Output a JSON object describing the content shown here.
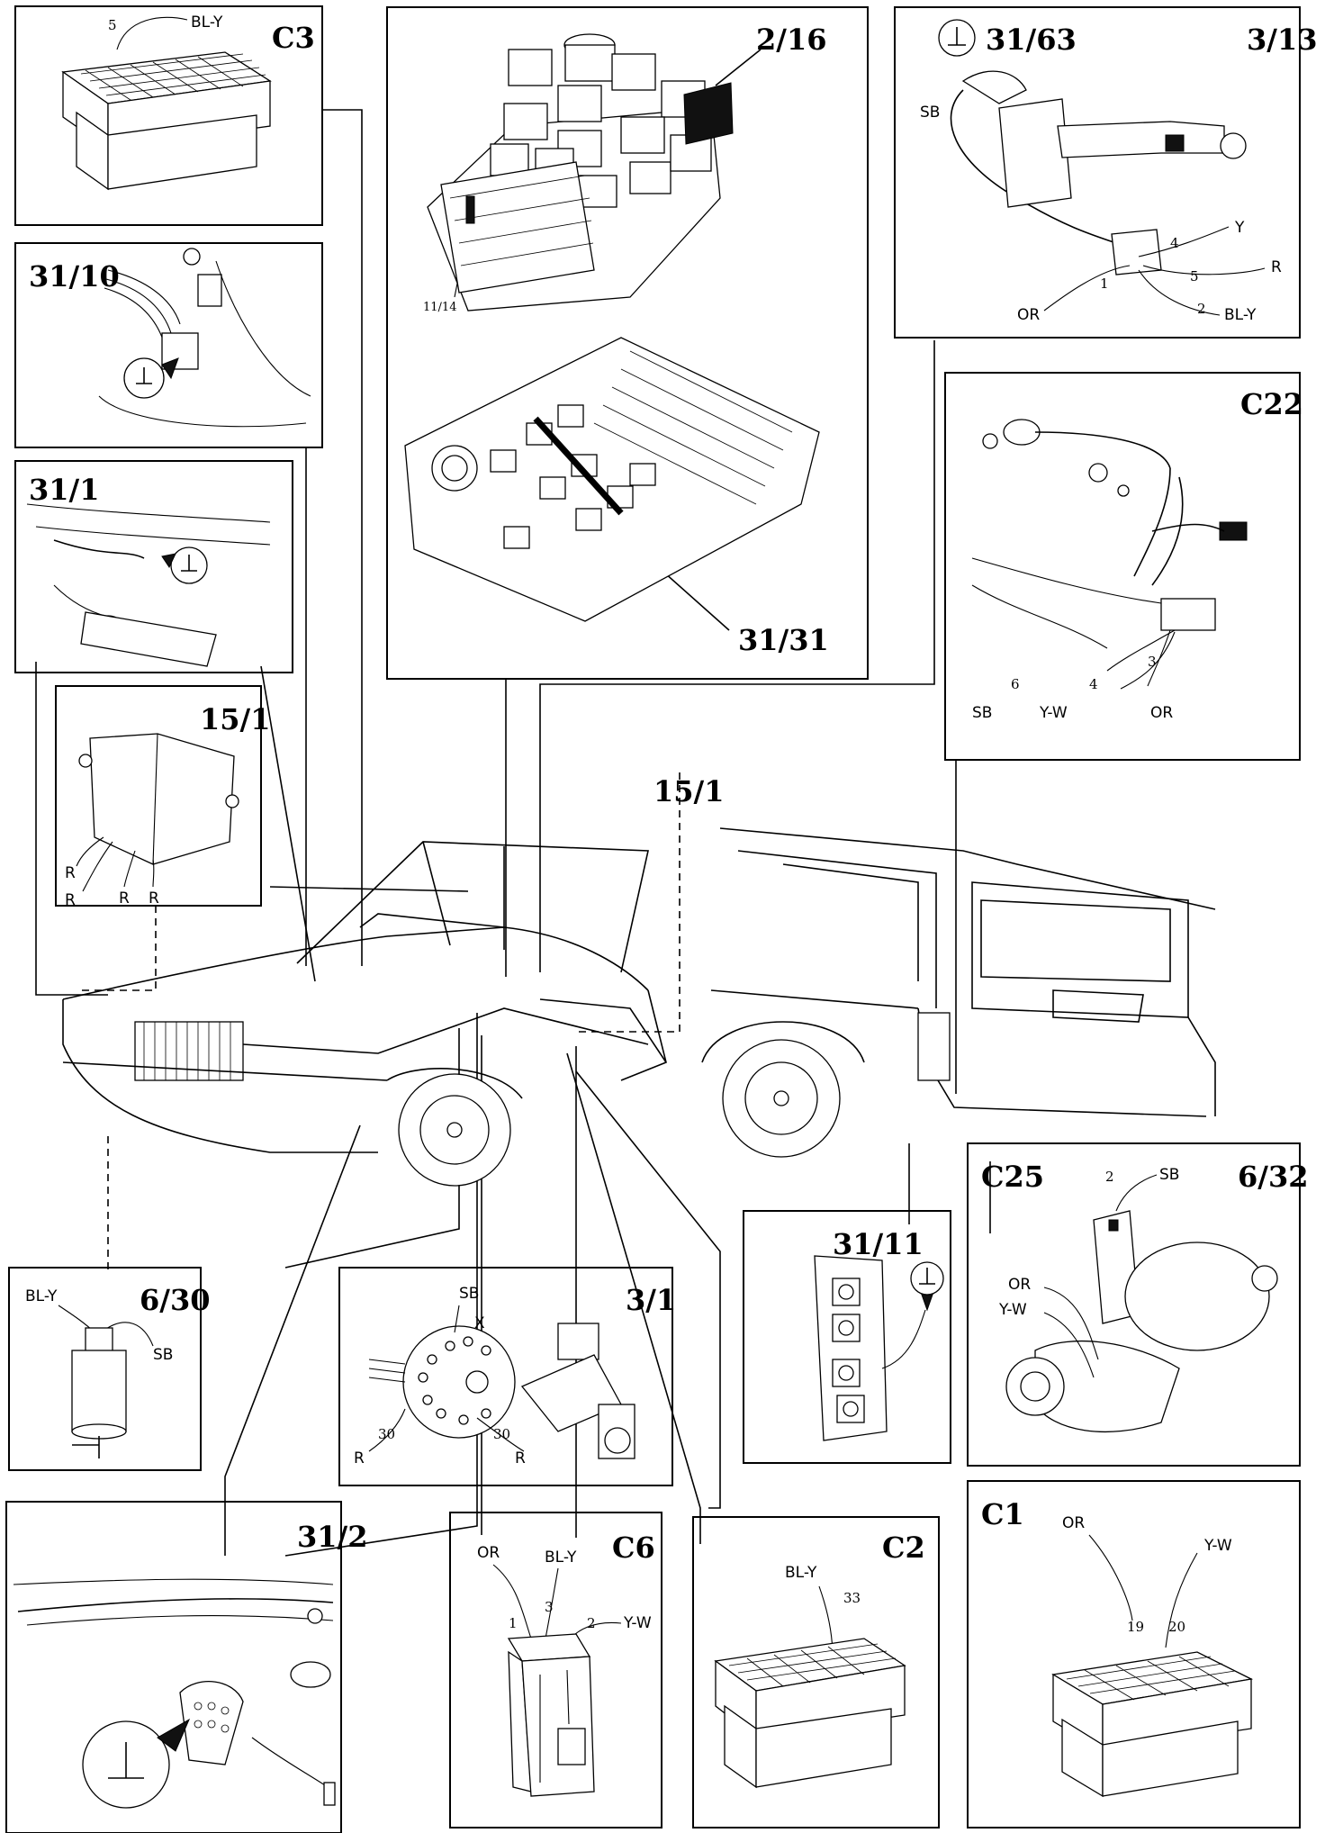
{
  "panels": {
    "c3": {
      "title": "C3",
      "pin": "5",
      "wire": "BL-Y"
    },
    "p2_16": {
      "title": "2/16",
      "sublabel": "11/14"
    },
    "p31_31": {
      "title": "31/31"
    },
    "p3_13": {
      "title": "3/13",
      "ground_ref": "31/63",
      "wires": [
        "SB",
        "Y",
        "R",
        "OR",
        "BL-Y"
      ],
      "pins": [
        "4",
        "5",
        "1",
        "2"
      ]
    },
    "p31_10": {
      "title": "31/10"
    },
    "p31_1": {
      "title": "31/1"
    },
    "p15_1_box": {
      "title": "15/1",
      "wires": [
        "R",
        "R",
        "R",
        "R"
      ]
    },
    "p15_1_loc": {
      "title": "15/1"
    },
    "c22": {
      "title": "C22",
      "wires": [
        "SB",
        "Y-W",
        "OR"
      ],
      "pins": [
        "6",
        "4",
        "3"
      ]
    },
    "c25": {
      "title": "C25",
      "ref": "6/32",
      "pin": "2",
      "wires": [
        "SB",
        "OR",
        "Y-W"
      ]
    },
    "p31_11": {
      "title": "31/11"
    },
    "p6_30": {
      "title": "6/30",
      "wires": [
        "BL-Y",
        "SB"
      ]
    },
    "p3_1": {
      "title": "3/1",
      "wires": [
        "SB",
        "X",
        "R",
        "R"
      ],
      "pins": [
        "30",
        "30"
      ]
    },
    "c6": {
      "title": "C6",
      "wires": [
        "OR",
        "BL-Y",
        "Y-W"
      ],
      "pins": [
        "1",
        "3",
        "2"
      ]
    },
    "c2": {
      "title": "C2",
      "wire": "BL-Y",
      "pin": "33"
    },
    "c1": {
      "title": "C1",
      "wires": [
        "OR",
        "Y-W"
      ],
      "pins": [
        "19",
        "20"
      ]
    },
    "p31_2": {
      "title": "31/2"
    }
  },
  "icons": {
    "ground": "ground-symbol-icon"
  }
}
